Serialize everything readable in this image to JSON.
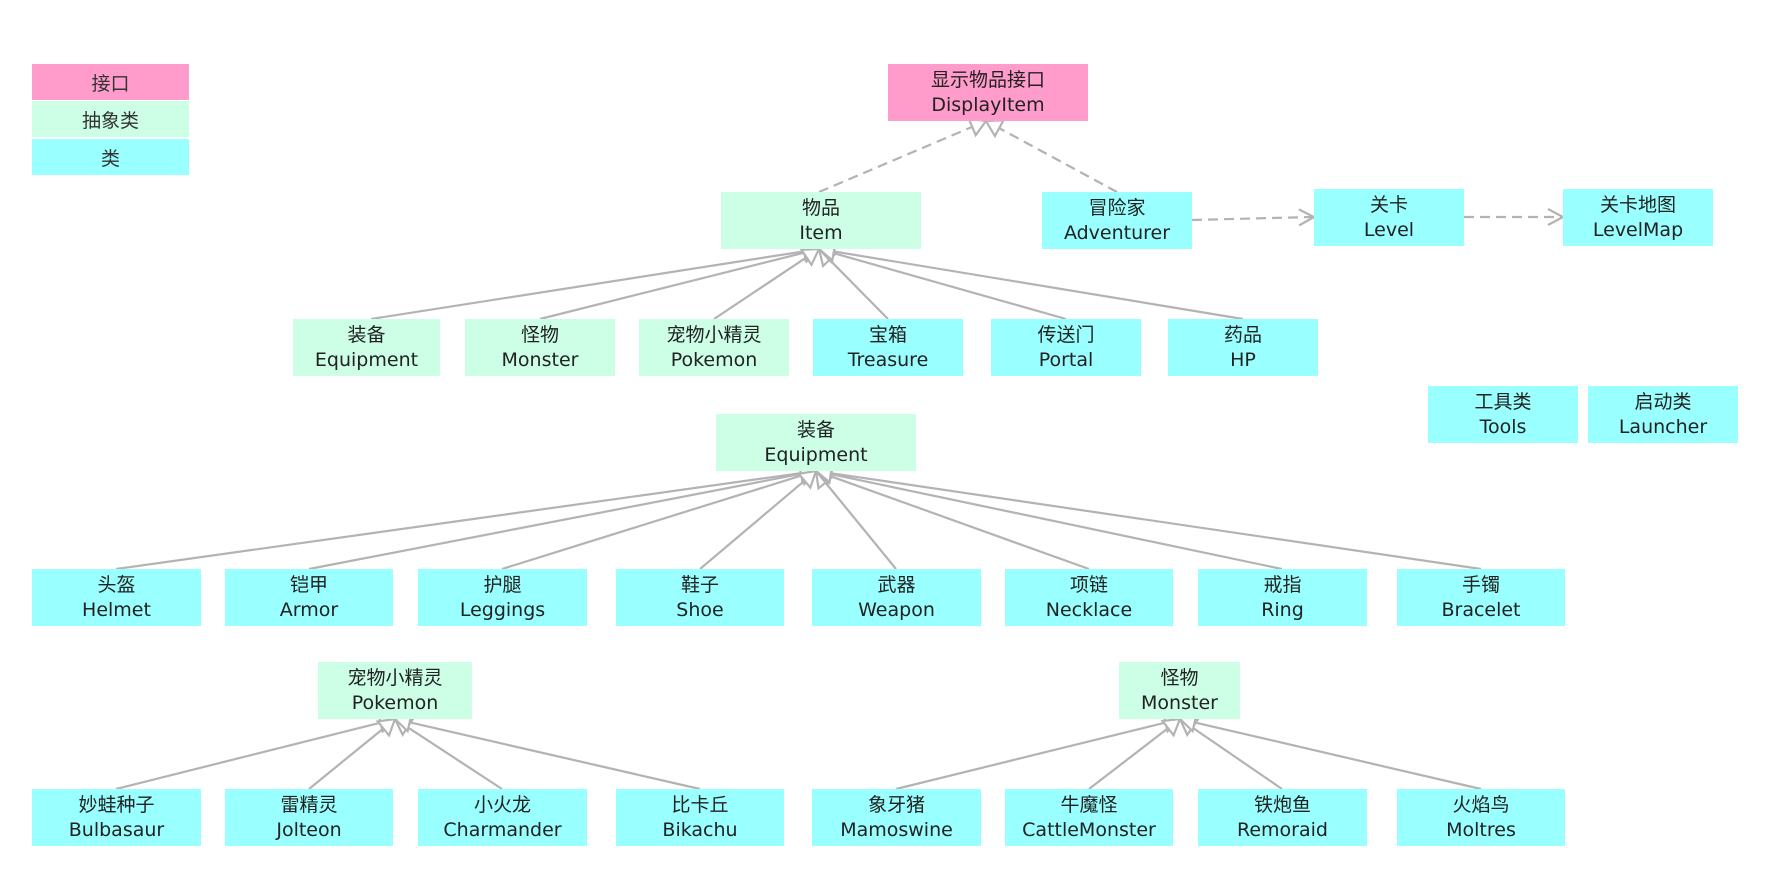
{
  "colors": {
    "interface": "#ff9ccb",
    "abstract": "#ccffe6",
    "class": "#99ffff",
    "inheritance_line": "#b3b3b3",
    "dependency_line": "#b3b3b3"
  },
  "legend": [
    {
      "id": "legend-interface",
      "label": "接口",
      "kind": "interface"
    },
    {
      "id": "legend-abstract",
      "label": "抽象类",
      "kind": "abstract"
    },
    {
      "id": "legend-class",
      "label": "类",
      "kind": "class"
    }
  ],
  "nodes": [
    {
      "id": "displayitem",
      "cn": "显示物品接口",
      "en": "DisplayItem",
      "kind": "interface"
    },
    {
      "id": "item",
      "cn": "物品",
      "en": "Item",
      "kind": "abstract"
    },
    {
      "id": "adventurer",
      "cn": "冒险家",
      "en": "Adventurer",
      "kind": "class"
    },
    {
      "id": "level",
      "cn": "关卡",
      "en": "Level",
      "kind": "class"
    },
    {
      "id": "levelmap",
      "cn": "关卡地图",
      "en": "LevelMap",
      "kind": "class"
    },
    {
      "id": "equipment-top",
      "cn": "装备",
      "en": "Equipment",
      "kind": "abstract"
    },
    {
      "id": "monster-top",
      "cn": "怪物",
      "en": "Monster",
      "kind": "abstract"
    },
    {
      "id": "pokemon-top",
      "cn": "宠物小精灵",
      "en": "Pokemon",
      "kind": "abstract"
    },
    {
      "id": "treasure",
      "cn": "宝箱",
      "en": "Treasure",
      "kind": "class"
    },
    {
      "id": "portal",
      "cn": "传送门",
      "en": "Portal",
      "kind": "class"
    },
    {
      "id": "hp",
      "cn": "药品",
      "en": "HP",
      "kind": "class"
    },
    {
      "id": "tools",
      "cn": "工具类",
      "en": "Tools",
      "kind": "class"
    },
    {
      "id": "launcher",
      "cn": "启动类",
      "en": "Launcher",
      "kind": "class"
    },
    {
      "id": "equipment",
      "cn": "装备",
      "en": "Equipment",
      "kind": "abstract"
    },
    {
      "id": "helmet",
      "cn": "头盔",
      "en": "Helmet",
      "kind": "class"
    },
    {
      "id": "armor",
      "cn": "铠甲",
      "en": "Armor",
      "kind": "class"
    },
    {
      "id": "leggings",
      "cn": "护腿",
      "en": "Leggings",
      "kind": "class"
    },
    {
      "id": "shoe",
      "cn": "鞋子",
      "en": "Shoe",
      "kind": "class"
    },
    {
      "id": "weapon",
      "cn": "武器",
      "en": "Weapon",
      "kind": "class"
    },
    {
      "id": "necklace",
      "cn": "项链",
      "en": "Necklace",
      "kind": "class"
    },
    {
      "id": "ring",
      "cn": "戒指",
      "en": "Ring",
      "kind": "class"
    },
    {
      "id": "bracelet",
      "cn": "手镯",
      "en": "Bracelet",
      "kind": "class"
    },
    {
      "id": "pokemon",
      "cn": "宠物小精灵",
      "en": "Pokemon",
      "kind": "abstract"
    },
    {
      "id": "monster",
      "cn": "怪物",
      "en": "Monster",
      "kind": "abstract"
    },
    {
      "id": "bulbasaur",
      "cn": "妙蛙种子",
      "en": "Bulbasaur",
      "kind": "class"
    },
    {
      "id": "jolteon",
      "cn": "雷精灵",
      "en": "Jolteon",
      "kind": "class"
    },
    {
      "id": "charmander",
      "cn": "小火龙",
      "en": "Charmander",
      "kind": "class"
    },
    {
      "id": "bikachu",
      "cn": "比卡丘",
      "en": "Bikachu",
      "kind": "class"
    },
    {
      "id": "mamoswine",
      "cn": "象牙猪",
      "en": "Mamoswine",
      "kind": "class"
    },
    {
      "id": "cattlemonster",
      "cn": "牛魔怪",
      "en": "CattleMonster",
      "kind": "class"
    },
    {
      "id": "remoraid",
      "cn": "铁炮鱼",
      "en": "Remoraid",
      "kind": "class"
    },
    {
      "id": "moltres",
      "cn": "火焰鸟",
      "en": "Moltres",
      "kind": "class"
    }
  ],
  "edges": [
    {
      "from": "item",
      "to": "displayitem",
      "type": "realization"
    },
    {
      "from": "adventurer",
      "to": "displayitem",
      "type": "realization"
    },
    {
      "from": "adventurer",
      "to": "level",
      "type": "dependency"
    },
    {
      "from": "level",
      "to": "levelmap",
      "type": "dependency"
    },
    {
      "from": "equipment-top",
      "to": "item",
      "type": "generalization"
    },
    {
      "from": "monster-top",
      "to": "item",
      "type": "generalization"
    },
    {
      "from": "pokemon-top",
      "to": "item",
      "type": "generalization"
    },
    {
      "from": "treasure",
      "to": "item",
      "type": "generalization"
    },
    {
      "from": "portal",
      "to": "item",
      "type": "generalization"
    },
    {
      "from": "hp",
      "to": "item",
      "type": "generalization"
    },
    {
      "from": "helmet",
      "to": "equipment",
      "type": "generalization"
    },
    {
      "from": "armor",
      "to": "equipment",
      "type": "generalization"
    },
    {
      "from": "leggings",
      "to": "equipment",
      "type": "generalization"
    },
    {
      "from": "shoe",
      "to": "equipment",
      "type": "generalization"
    },
    {
      "from": "weapon",
      "to": "equipment",
      "type": "generalization"
    },
    {
      "from": "necklace",
      "to": "equipment",
      "type": "generalization"
    },
    {
      "from": "ring",
      "to": "equipment",
      "type": "generalization"
    },
    {
      "from": "bracelet",
      "to": "equipment",
      "type": "generalization"
    },
    {
      "from": "bulbasaur",
      "to": "pokemon",
      "type": "generalization"
    },
    {
      "from": "jolteon",
      "to": "pokemon",
      "type": "generalization"
    },
    {
      "from": "charmander",
      "to": "pokemon",
      "type": "generalization"
    },
    {
      "from": "bikachu",
      "to": "pokemon",
      "type": "generalization"
    },
    {
      "from": "mamoswine",
      "to": "monster",
      "type": "generalization"
    },
    {
      "from": "cattlemonster",
      "to": "monster",
      "type": "generalization"
    },
    {
      "from": "remoraid",
      "to": "monster",
      "type": "generalization"
    },
    {
      "from": "moltres",
      "to": "monster",
      "type": "generalization"
    }
  ]
}
